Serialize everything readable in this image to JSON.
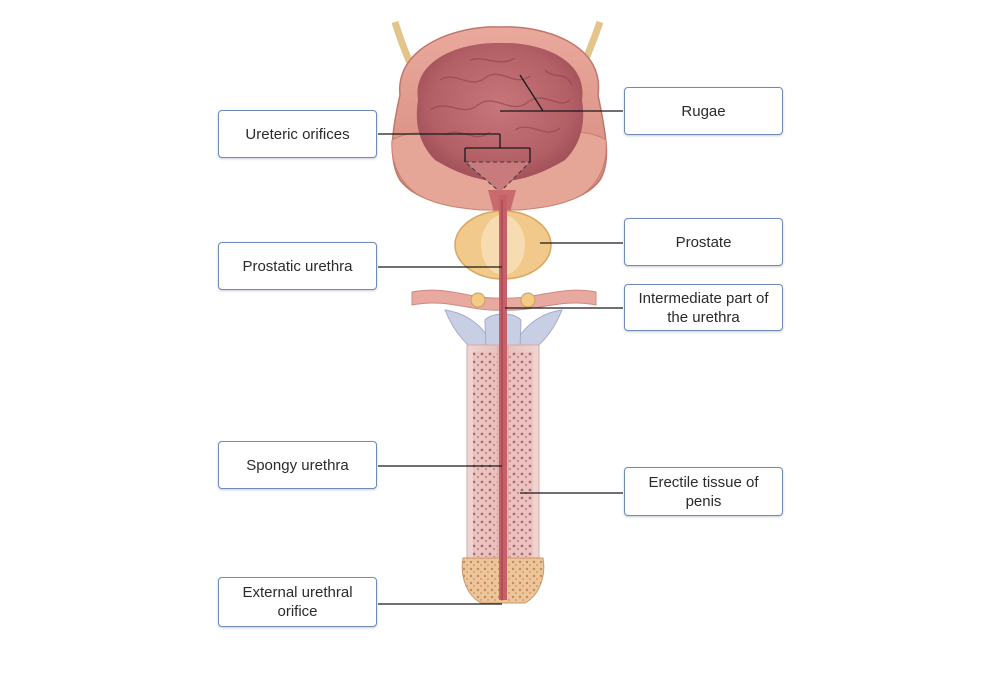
{
  "labels": {
    "ureteric_orifices": "Ureteric orifices",
    "prostatic_urethra": "Prostatic urethra",
    "spongy_urethra": "Spongy urethra",
    "external_urethral_orifice": "External urethral orifice",
    "rugae": "Rugae",
    "prostate": "Prostate",
    "intermediate_urethra": "Intermediate part of the urethra",
    "erectile_tissue": "Erectile tissue of penis"
  },
  "colors": {
    "label_border": "#6f8bb8",
    "leader_line": "#1a1a1a",
    "bladder_wall": "#d98b80",
    "bladder_lumen": "#b8646a",
    "urethra": "#c96a6f",
    "prostate": "#f1c98a",
    "erectile_tissue": "#ecc8c4",
    "glans": "#e6bc8e",
    "crura": "#c8cfe4"
  }
}
